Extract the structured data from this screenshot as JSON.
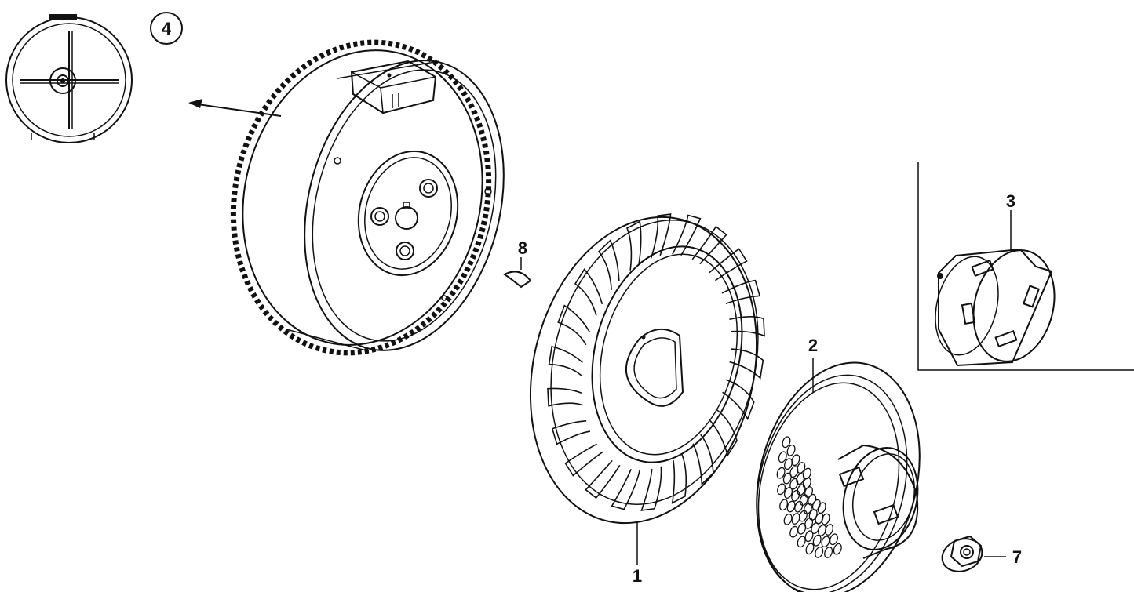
{
  "callouts": {
    "p1": "1",
    "p2": "2",
    "p3": "3",
    "p4": "4",
    "p7": "7",
    "p8": "8"
  },
  "colors": {
    "ink": "#111111",
    "paper": "#ffffff"
  }
}
